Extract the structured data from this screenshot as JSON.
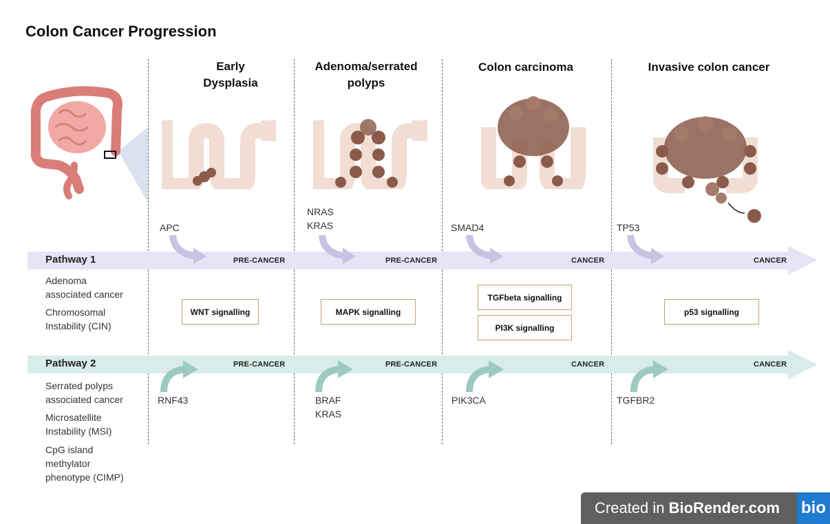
{
  "title": "Colon Cancer Progression",
  "stages": [
    "Early\nDysplasia",
    "Adenoma/serrated\npolyps",
    "Colon carcinoma",
    "Invasive colon cancer"
  ],
  "pathway1": {
    "label": "Pathway 1",
    "desc1": "Adenoma\nassociated cancer",
    "desc2": "Chromosomal\nInstability (CIN)",
    "genes": [
      "APC",
      "NRAS\nKRAS",
      "SMAD4",
      "TP53"
    ],
    "tags": [
      "PRE-CANCER",
      "PRE-CANCER",
      "CANCER",
      "CANCER"
    ],
    "signalling": [
      "WNT signalling",
      "MAPK signalling",
      "TGFbeta signalling",
      "PI3K signalling",
      "p53 signalling"
    ]
  },
  "pathway2": {
    "label": "Pathway 2",
    "desc1": "Serrated polyps\nassociated cancer",
    "desc2": "Microsatellite\nInstability (MSI)",
    "desc3": "CpG island\nmethylator\nphenotype (CIMP)",
    "genes": [
      "RNF43",
      "BRAF\nKRAS",
      "PIK3CA",
      "TGFBR2"
    ],
    "tags": [
      "PRE-CANCER",
      "PRE-CANCER",
      "CANCER",
      "CANCER"
    ]
  },
  "badge": {
    "text_prefix": "Created in ",
    "text_brand": "BioRender.com",
    "logo": "bio"
  },
  "colors": {
    "pathway1": "#e7e4f8",
    "pathway1_arrow": "#c7c3e3",
    "pathway2": "#d8ece9",
    "pathway2_arrow": "#9ccac2",
    "tissue": "#f1ddd3",
    "tumor": "#8a5a4a",
    "box_border": "#b9a66c"
  }
}
